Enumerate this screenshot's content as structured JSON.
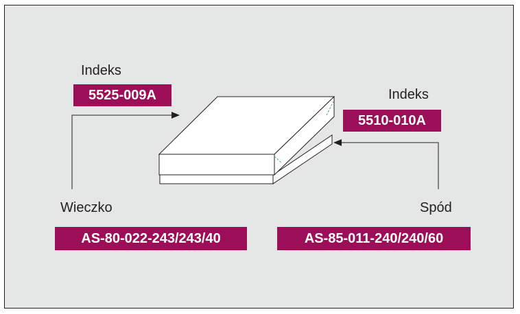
{
  "colors": {
    "panel": "#e5e6e6",
    "tag": "#9c0f58",
    "border": "#231f20",
    "line": "#231f20",
    "accent_dash": "#4caf7a"
  },
  "lid": {
    "title": "Wieczko",
    "code": "AS-80-022-243/243/40",
    "index_label": "Indeks",
    "index_code": "5525-009A"
  },
  "base": {
    "title": "Spód",
    "code": "AS-85-011-240/240/60",
    "index_label": "Indeks",
    "index_code": "5510-010A"
  }
}
